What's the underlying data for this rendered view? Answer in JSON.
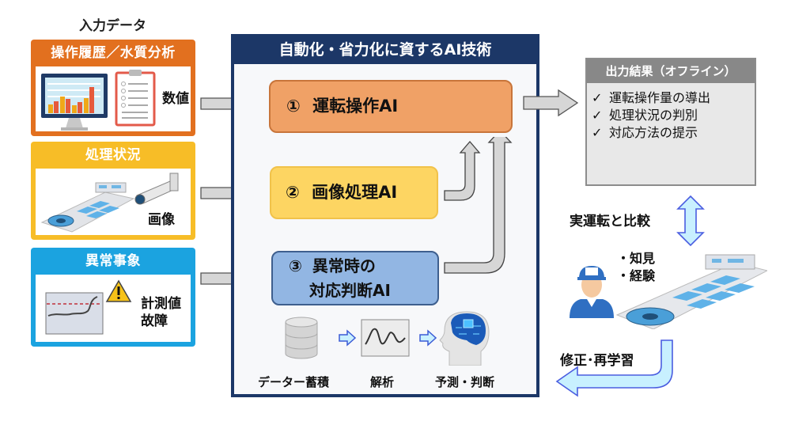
{
  "input": {
    "heading": "入力データ",
    "cards": [
      {
        "title": "操作履歴／水質分析",
        "label_lines": [
          "数値"
        ],
        "icons": [
          "monitor-bar-chart-icon",
          "clipboard-checklist-icon"
        ],
        "color": "#e2701f"
      },
      {
        "title": "処理状況",
        "label_lines": [
          "画像"
        ],
        "icons": [
          "treatment-plant-icon",
          "security-camera-icon"
        ],
        "color": "#f7bd27"
      },
      {
        "title": "異常事象",
        "label_lines": [
          "計測値",
          "故障"
        ],
        "icons": [
          "trend-graph-icon",
          "warning-icon"
        ],
        "color": "#1ba3e0"
      }
    ]
  },
  "center": {
    "title": "自動化・省力化に資するAI技術",
    "ai_boxes": [
      {
        "number": "①",
        "lines": [
          "運転操作AI"
        ],
        "color": "#f0a166"
      },
      {
        "number": "②",
        "lines": [
          "画像処理AI"
        ],
        "color": "#fdd562"
      },
      {
        "number": "③",
        "lines": [
          "異常時の",
          "対応判断AI"
        ],
        "color": "#92b6e3"
      }
    ],
    "pipeline": [
      {
        "label": "データー蓄積",
        "icon": "database-icon"
      },
      {
        "label": "解析",
        "icon": "waveform-chart-icon"
      },
      {
        "label": "予測・判断",
        "icon": "ai-brain-head-icon"
      }
    ],
    "border_color": "#1c3767"
  },
  "output": {
    "title": "出力結果（オフライン）",
    "check_glyph": "✓",
    "items": [
      "運転操作量の導出",
      "処理状況の判別",
      "対応方法の提示"
    ]
  },
  "feedback": {
    "compare_label": "実運転と比較",
    "knowledge_items": [
      "・知見",
      "・経験"
    ],
    "retrain_label": "修正･再学習",
    "icons": [
      "operator-icon",
      "treatment-plant-icon",
      "double-arrow-icon",
      "return-arrow-icon"
    ]
  }
}
